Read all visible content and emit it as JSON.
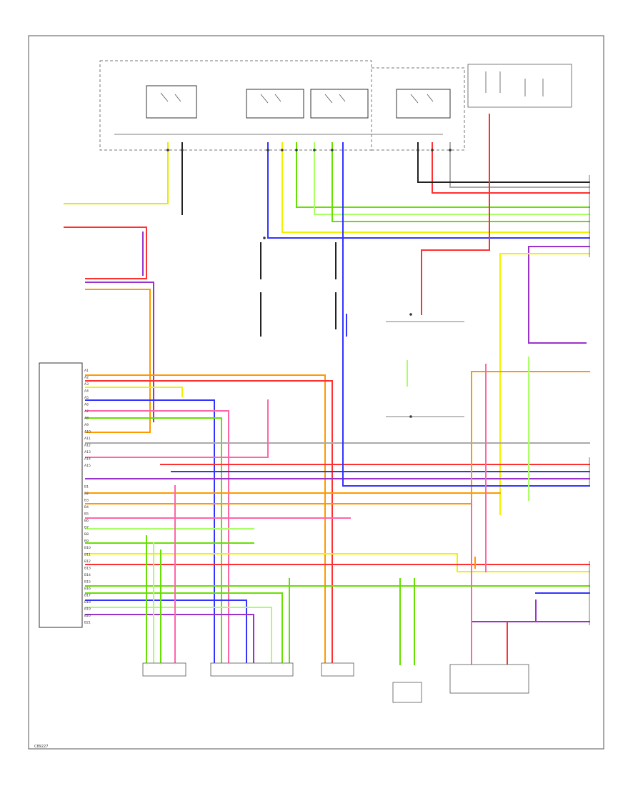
{
  "figure_code": "C89227",
  "wire_colors": {
    "yellow": "#f2f200",
    "green": "#66e000",
    "blue": "#3333ff",
    "red": "#ff3030",
    "purple": "#9933cc",
    "orange": "#ff9900",
    "pink": "#ff66aa",
    "gray": "#aaaaaa",
    "black": "#222222",
    "lightgreen": "#aaff66"
  },
  "connector_columns": {
    "left_ecm": [
      "A1",
      "A2",
      "A3",
      "A4",
      "A5",
      "A6",
      "A7",
      "A8",
      "A9",
      "A10",
      "A11",
      "A12",
      "A13",
      "A14",
      "A15",
      "B1",
      "B2",
      "B3",
      "B4",
      "B5",
      "B6",
      "B7",
      "B8",
      "B9",
      "B10",
      "B11",
      "B12",
      "B13",
      "B14",
      "B15",
      "B16",
      "B17",
      "B18",
      "B19",
      "B20",
      "B21"
    ]
  }
}
